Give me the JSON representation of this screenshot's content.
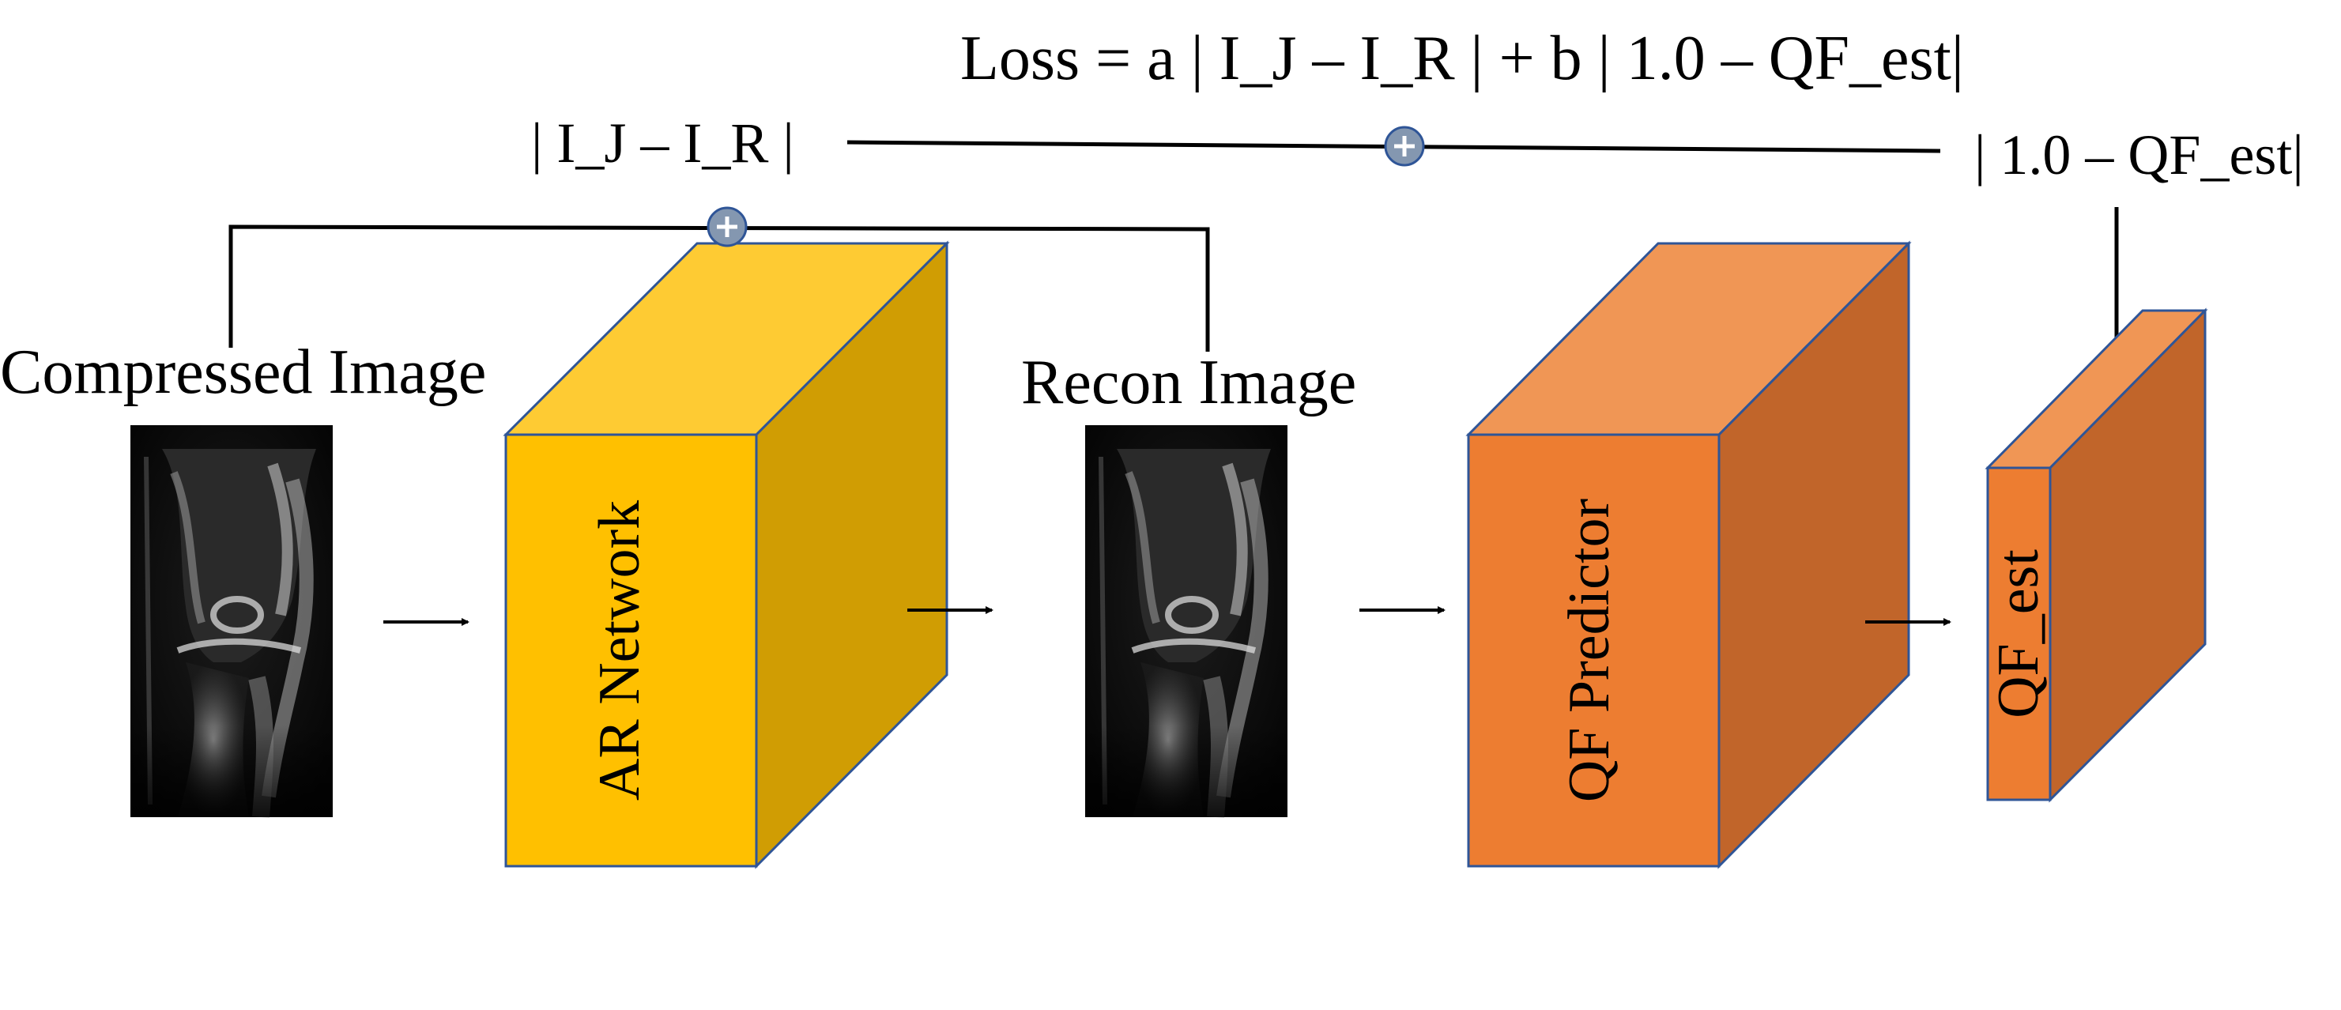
{
  "formula": {
    "loss": "Loss = a  | I_J – I_R | +  b | 1.0 – QF_est|"
  },
  "terms": {
    "image_diff": "| I_J – I_R |",
    "qf_diff": "| 1.0 – QF_est|"
  },
  "labels": {
    "compressed_image": "Compressed  Image",
    "recon_image": "Recon Image"
  },
  "blocks": {
    "ar_network": "AR Network",
    "qf_predictor": "QF Predictor",
    "qf_est": "QF_est"
  },
  "icons": {
    "sum_node": "plus-circle-icon",
    "arrow": "right-arrow-icon"
  },
  "colors": {
    "ar_front": "#FFC000",
    "ar_top": "#FECB33",
    "ar_side": "#D09D03",
    "qf_front": "#ED7D31",
    "qf_top": "#F09655",
    "qf_side": "#C1652A",
    "edge": "#2F5597",
    "sum_node_fill": "#8497B0"
  }
}
